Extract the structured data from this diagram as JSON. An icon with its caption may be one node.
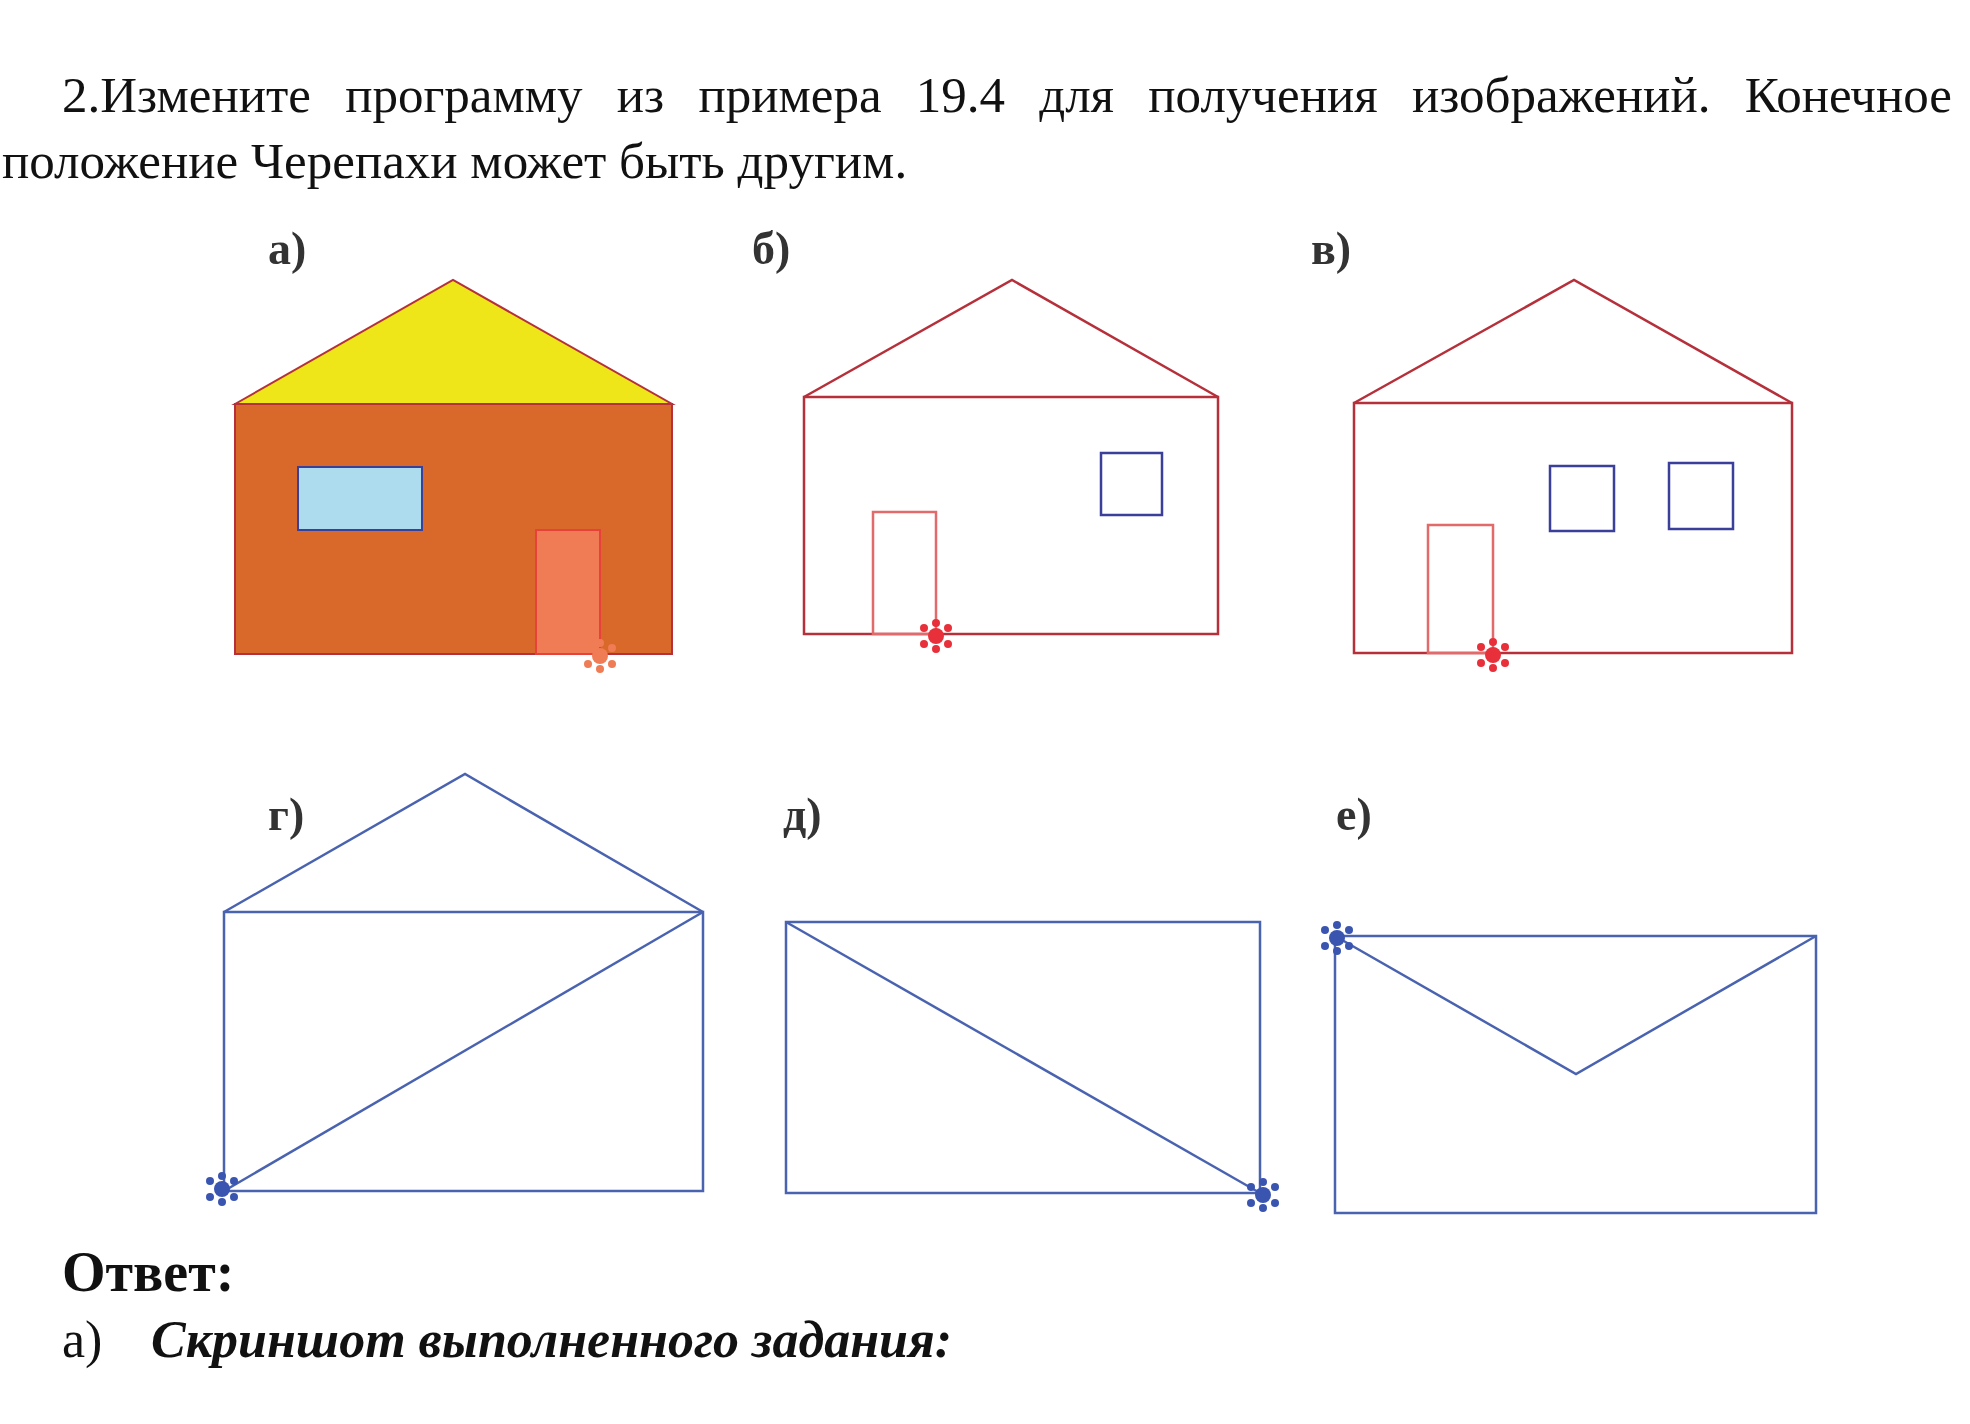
{
  "diagram": {
    "title": "2.Измените программу из примера 19.4 для получения изображений. Конечное положение Черепахи может быть другим.",
    "labels": [
      "а)",
      "б)",
      "в)",
      "г)",
      "д)",
      "е)",
      "Ответ:",
      "а)",
      "Скриншот выполненного задания:"
    ]
  }
}
